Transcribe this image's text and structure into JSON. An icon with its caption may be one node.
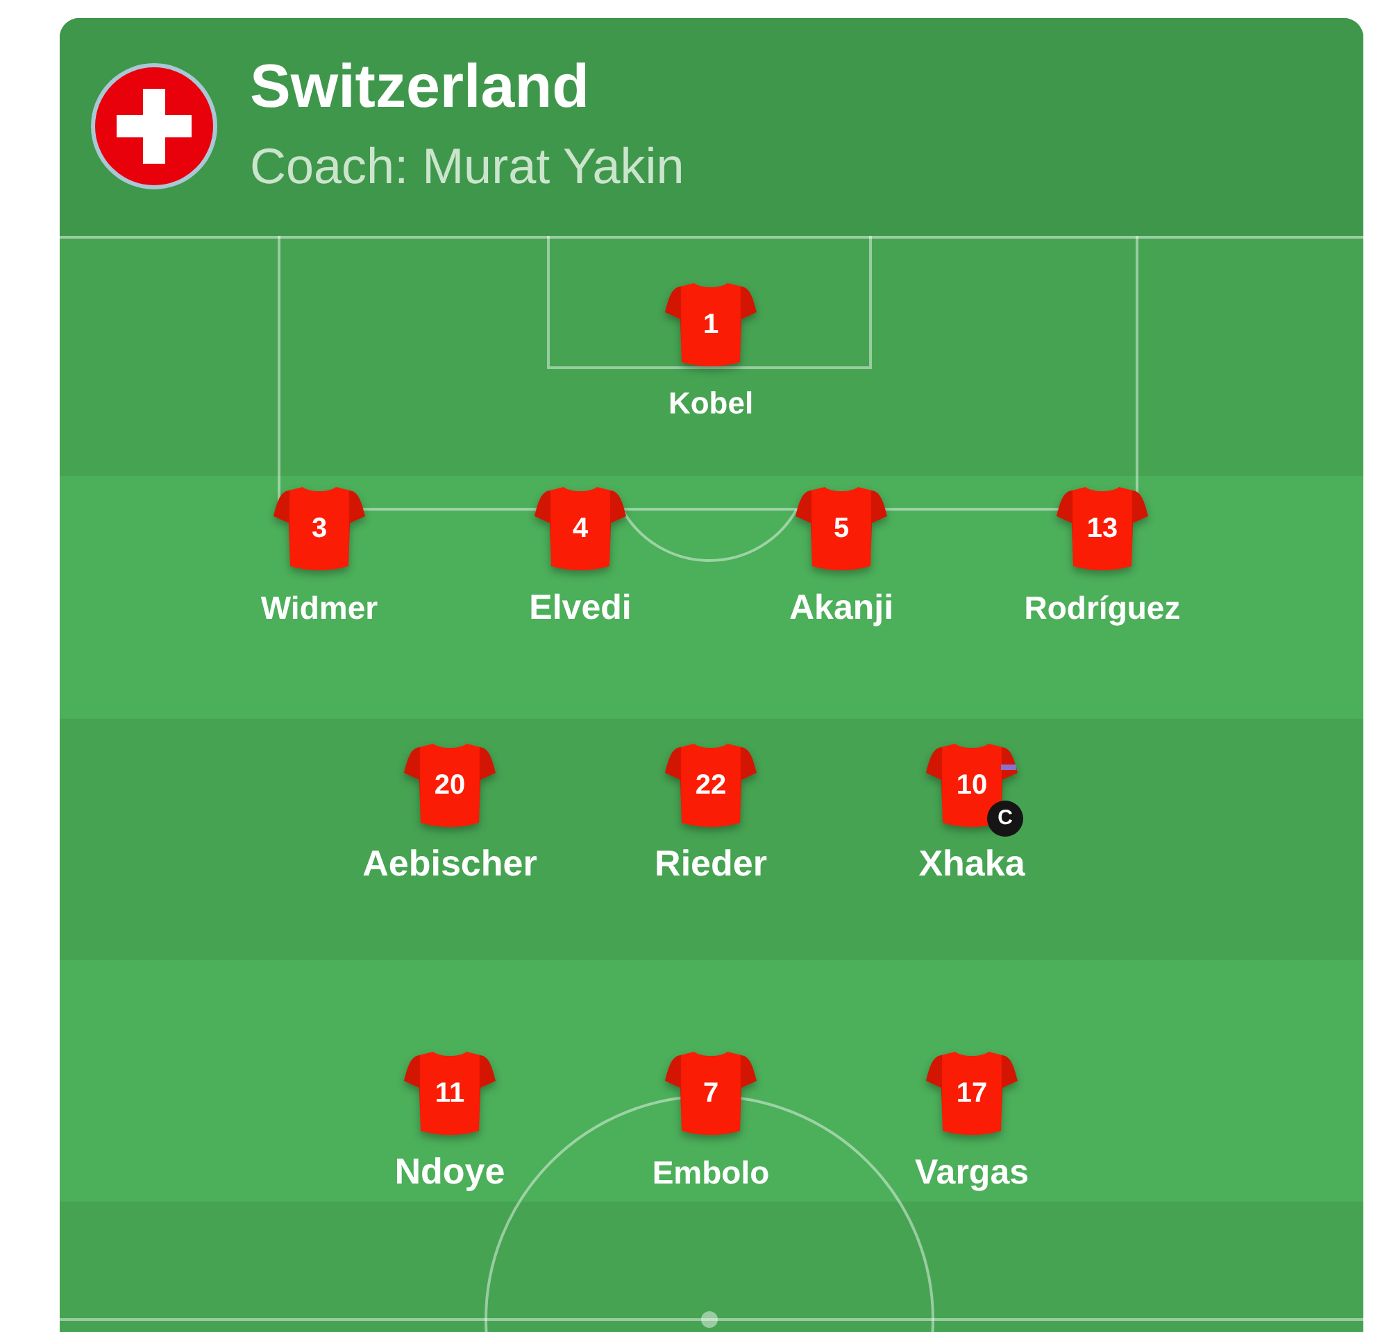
{
  "diagram": {
    "title": "Switzerland",
    "nodes": [
      {
        "text": [
          "1"
        ],
        "beside": [
          "Kobel"
        ]
      },
      {
        "text": [
          "3"
        ],
        "beside": [
          "Widmer"
        ]
      },
      {
        "text": [
          "4"
        ],
        "beside": [
          "Elvedi"
        ]
      },
      {
        "text": [
          "5"
        ],
        "beside": [
          "Akanji"
        ]
      },
      {
        "text": [
          "13"
        ],
        "beside": [
          "Rodríguez"
        ]
      },
      {
        "text": [
          "20"
        ],
        "beside": [
          "Aebischer"
        ]
      },
      {
        "text": [
          "22"
        ],
        "beside": [
          "Rieder"
        ]
      },
      {
        "text": [
          "10"
        ],
        "beside": [
          "Xhaka"
        ]
      },
      {
        "text": [
          "C"
        ]
      },
      {
        "text": [
          "11"
        ],
        "beside": [
          "Ndoye"
        ]
      },
      {
        "text": [
          "7"
        ],
        "beside": [
          "Embolo"
        ]
      },
      {
        "text": [
          "17"
        ],
        "beside": [
          "Vargas"
        ]
      }
    ],
    "labels": [
      "Coach: Murat Yakin"
    ]
  }
}
